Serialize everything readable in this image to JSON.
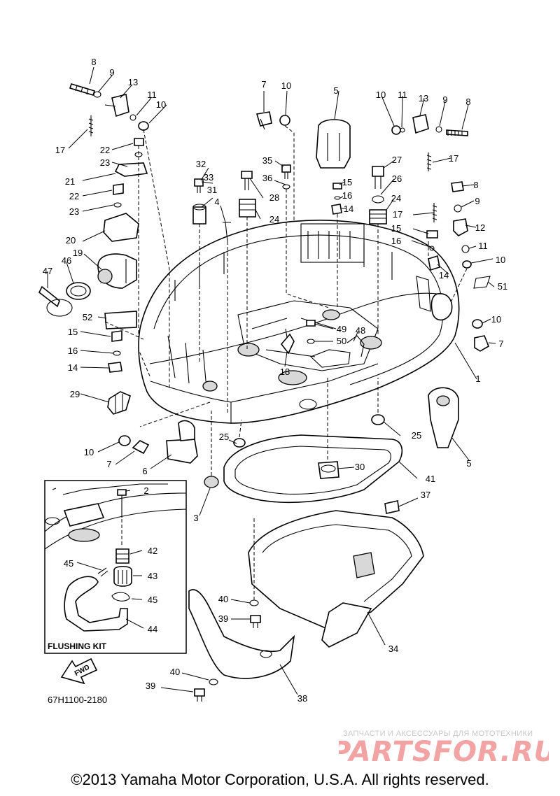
{
  "callouts": [
    "1",
    "2",
    "3",
    "4",
    "5",
    "6",
    "7",
    "8",
    "9",
    "10",
    "11",
    "12",
    "13",
    "14",
    "15",
    "16",
    "17",
    "18",
    "19",
    "20",
    "21",
    "22",
    "23",
    "24",
    "25",
    "26",
    "27",
    "28",
    "29",
    "30",
    "31",
    "32",
    "33",
    "34",
    "35",
    "36",
    "37",
    "38",
    "39",
    "40",
    "41",
    "42",
    "43",
    "44",
    "45",
    "46",
    "47",
    "48",
    "49",
    "50",
    "51",
    "52"
  ],
  "inset": {
    "title": "FLUSHING KIT"
  },
  "direction_label": "FWD",
  "part_code": "67H1100-2180",
  "watermark": {
    "tagline": "ЗАПЧАСТИ И АКСЕССУАРЫ ДЛЯ МОТОТЕХНИКИ",
    "logo_text": "PARTSFOR.RU",
    "logo_color": "#f2a3a3"
  },
  "copyright": "©2013 Yamaha Motor Corporation, U.S.A. All rights reserved."
}
